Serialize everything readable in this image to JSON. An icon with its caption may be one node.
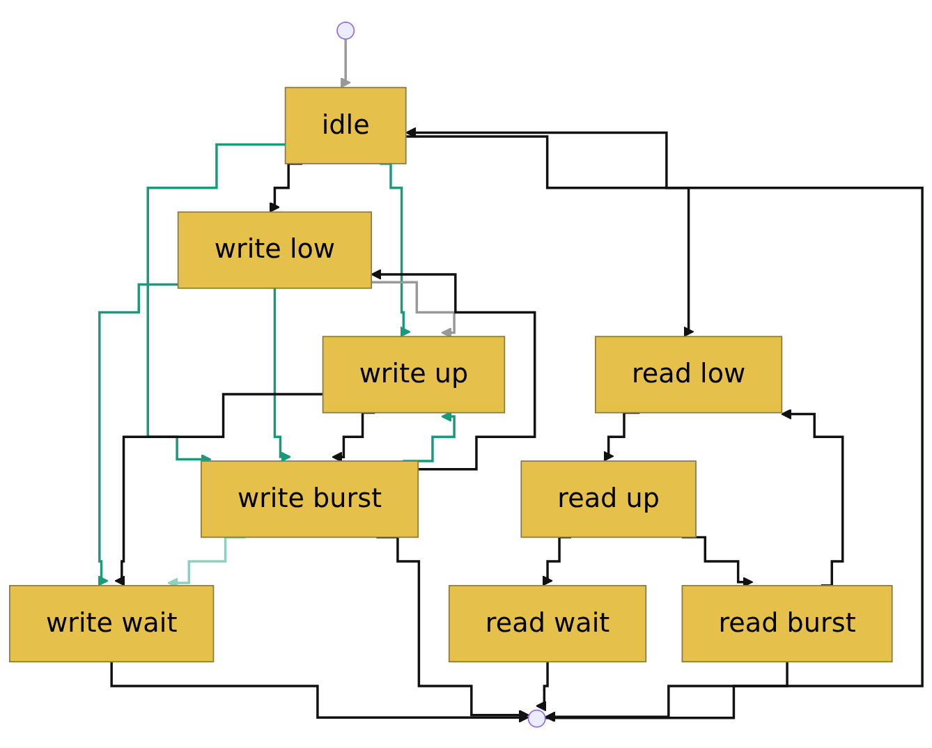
{
  "diagram": {
    "nodes": [
      {
        "text": [],
        "shape": "circle"
      },
      {
        "text": [
          "idle"
        ]
      },
      {
        "text": [
          "write low"
        ]
      },
      {
        "text": [
          "write up"
        ]
      },
      {
        "text": [
          "write wait"
        ]
      },
      {
        "text": [
          "write burst"
        ]
      },
      {
        "text": [
          "read low"
        ]
      },
      {
        "text": [
          "read up"
        ]
      },
      {
        "text": [
          "read wait"
        ]
      },
      {
        "text": [
          "read burst"
        ]
      },
      {
        "text": [],
        "shape": "circle"
      }
    ],
    "edges": [
      {
        "from": 0,
        "to": 1,
        "arrow": "to",
        "color": "#999999"
      },
      {
        "from": 1,
        "to": 2,
        "arrow": "to"
      },
      {
        "from": 1,
        "to": 6,
        "arrow": "to"
      },
      {
        "from": 1,
        "to": 3,
        "arrow": "to",
        "color": "#1a9a7a"
      },
      {
        "from": 1,
        "to": 5,
        "arrow": "to",
        "color": "#1a9a7a"
      },
      {
        "from": 2,
        "to": 3,
        "arrow": "to",
        "color": "#999999"
      },
      {
        "from": 2,
        "to": 4,
        "arrow": "to",
        "color": "#1a9a7a"
      },
      {
        "from": 2,
        "to": 5,
        "arrow": "to",
        "color": "#1a9a7a"
      },
      {
        "from": 3,
        "to": 4,
        "arrow": "to"
      },
      {
        "from": 3,
        "to": 5,
        "arrow": "to"
      },
      {
        "from": 5,
        "to": 3,
        "arrow": "to",
        "color": "#1a9a7a"
      },
      {
        "from": 5,
        "to": 2,
        "arrow": "to"
      },
      {
        "from": 5,
        "to": 4,
        "arrow": "to",
        "color": "#8fcfbf"
      },
      {
        "from": 6,
        "to": 7,
        "arrow": "to"
      },
      {
        "from": 7,
        "to": 8,
        "arrow": "to"
      },
      {
        "from": 7,
        "to": 9,
        "arrow": "to"
      },
      {
        "from": 9,
        "to": 6,
        "arrow": "to"
      },
      {
        "from": 4,
        "to": 10,
        "arrow": "to"
      },
      {
        "from": 5,
        "to": 10,
        "arrow": "to"
      },
      {
        "from": 8,
        "to": 10,
        "arrow": "to"
      },
      {
        "from": 9,
        "to": 10,
        "arrow": "to"
      },
      {
        "from": 10,
        "to": 1,
        "arrow": "to"
      }
    ]
  }
}
